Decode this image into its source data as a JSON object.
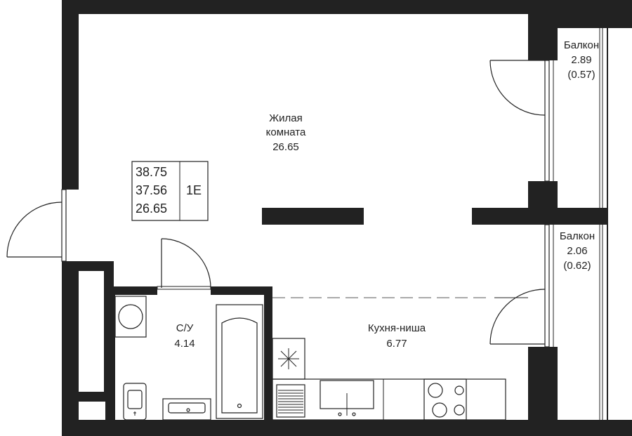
{
  "rooms": {
    "living": {
      "name_line1": "Жилая",
      "name_line2": "комната",
      "area": "26.65"
    },
    "balcony_top": {
      "name": "Балкон",
      "area": "2.89",
      "reduced_area": "(0.57)"
    },
    "balcony_bottom": {
      "name": "Балкон",
      "area": "2.06",
      "reduced_area": "(0.62)"
    },
    "bathroom": {
      "name": "С/У",
      "area": "4.14"
    },
    "kitchen": {
      "name": "Кухня-ниша",
      "area": "6.77"
    }
  },
  "summary": {
    "total_area": "38.75",
    "living_area_total": "37.56",
    "living_area": "26.65",
    "apartment_type": "1Е"
  },
  "colors": {
    "wall": "#222222",
    "background": "#ffffff",
    "line": "#222222"
  }
}
